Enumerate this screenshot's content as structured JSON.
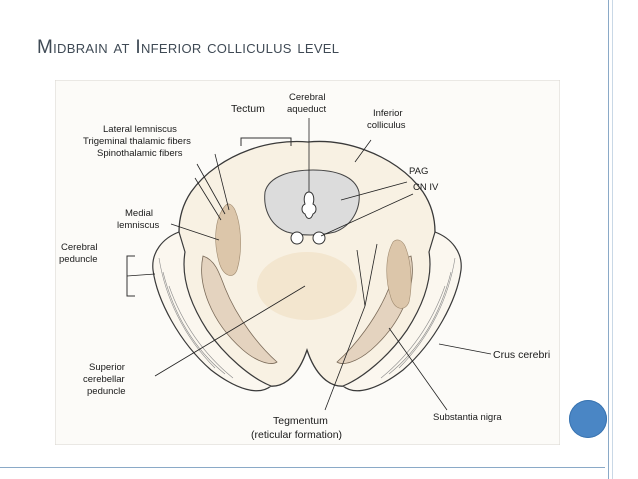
{
  "title": "Midbrain at Inferior colliculus level",
  "figure": {
    "labels": {
      "tectum": "Tectum",
      "cerebral_aqueduct_1": "Cerebral",
      "cerebral_aqueduct_2": "aqueduct",
      "inferior_colliculus_1": "Inferior",
      "inferior_colliculus_2": "colliculus",
      "lateral_lemniscus": "Lateral lemniscus",
      "trigeminal": "Trigeminal thalamic fibers",
      "spinothalamic": "Spinothalamic fibers",
      "pag": "PAG",
      "cn_iv": "CN IV",
      "medial_lemniscus_1": "Medial",
      "medial_lemniscus_2": "lemniscus",
      "cerebral_peduncle_1": "Cerebral",
      "cerebral_peduncle_2": "peduncle",
      "crus_cerebri": "Crus cerebri",
      "superior_cerebellar_1": "Superior",
      "superior_cerebellar_2": "cerebellar",
      "superior_cerebellar_3": "peduncle",
      "substantia_nigra": "Substantia nigra",
      "tegmentum_1": "Tegmentum",
      "tegmentum_2": "(reticular formation)"
    }
  }
}
